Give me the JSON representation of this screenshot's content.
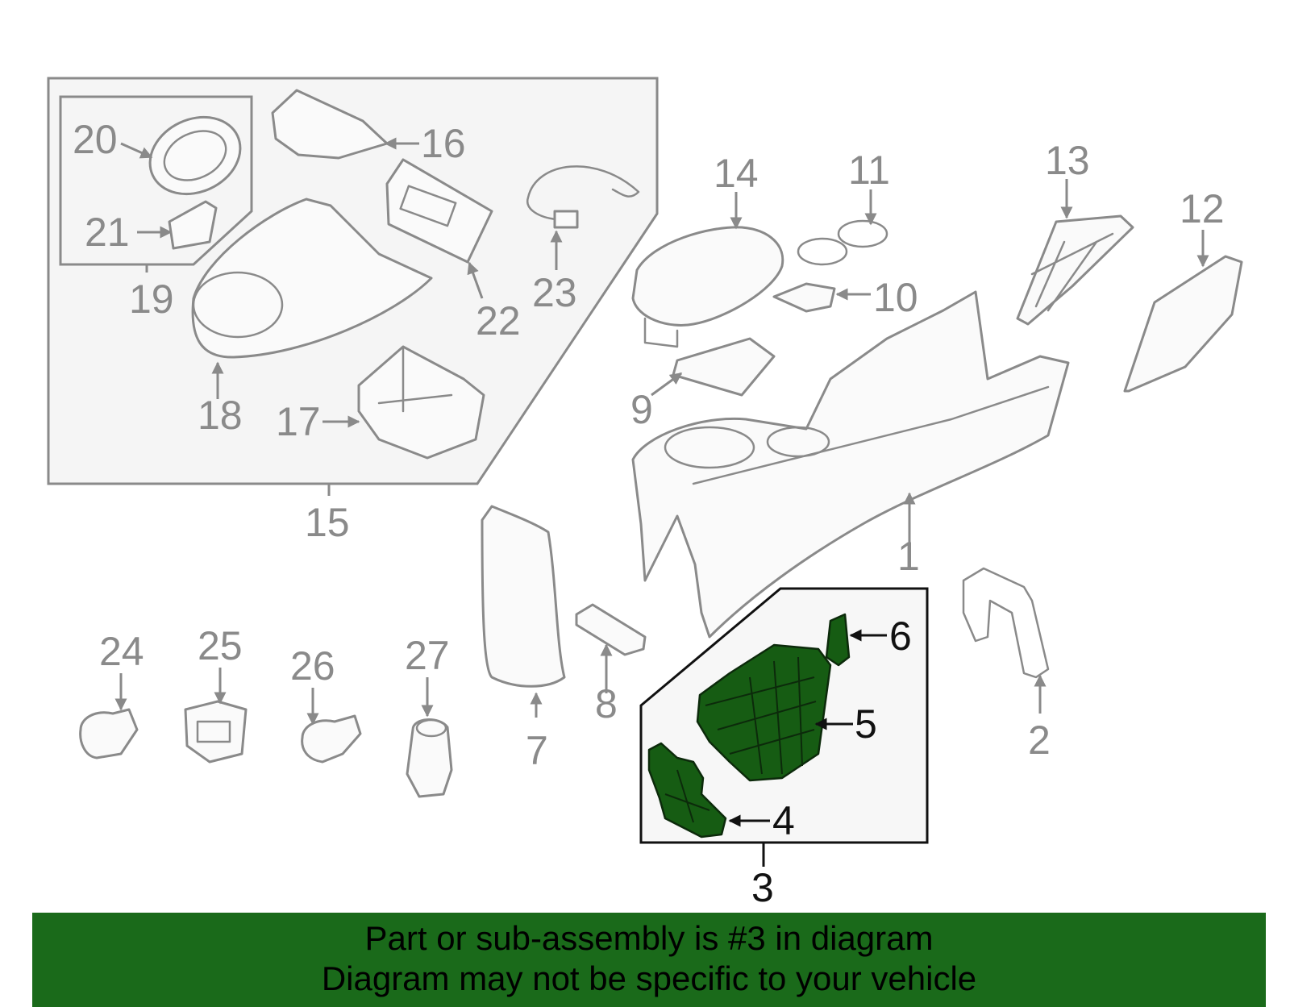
{
  "diagram": {
    "callouts": [
      "1",
      "2",
      "3",
      "4",
      "5",
      "6",
      "7",
      "8",
      "9",
      "10",
      "11",
      "12",
      "13",
      "14",
      "15",
      "16",
      "17",
      "18",
      "19",
      "20",
      "21",
      "22",
      "23",
      "24",
      "25",
      "26",
      "27"
    ],
    "highlighted_part": "3",
    "highlight_color": "#1a6a1a"
  },
  "banner": {
    "line1": "Part or sub-assembly is #3 in diagram",
    "line2": "Diagram may not be specific to your vehicle"
  }
}
